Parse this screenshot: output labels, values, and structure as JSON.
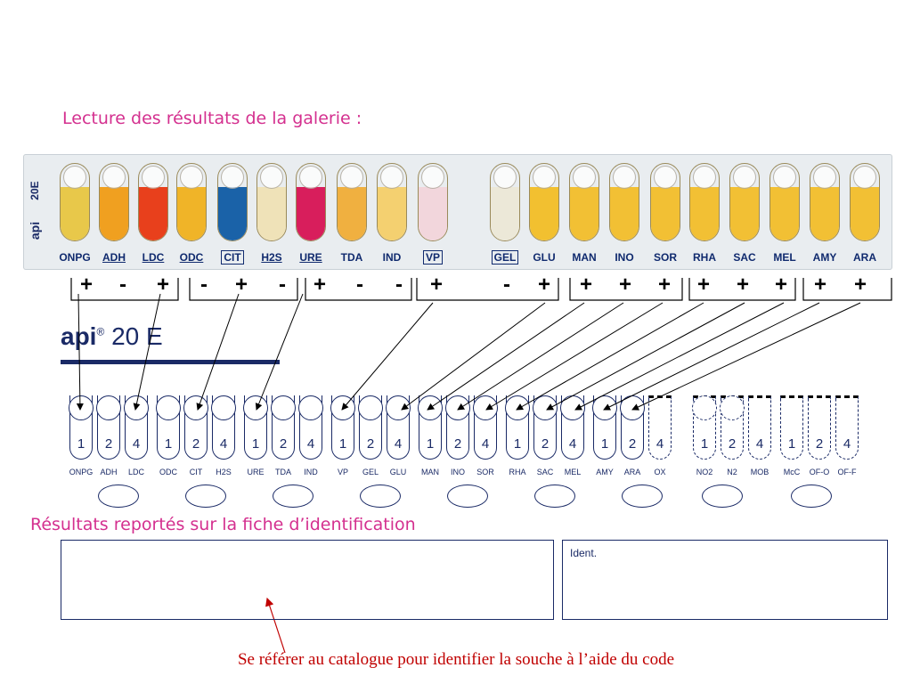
{
  "heading": "Lecture des résultats de la galerie :",
  "strip": {
    "code": "20E",
    "brand": "api",
    "tubes": [
      {
        "label": "ONPG",
        "style": "plain",
        "color": "#e8c84a"
      },
      {
        "label": "ADH",
        "style": "under",
        "color": "#f0a020"
      },
      {
        "label": "LDC",
        "style": "under",
        "color": "#e8401c"
      },
      {
        "label": "ODC",
        "style": "under",
        "color": "#f0b428"
      },
      {
        "label": "CIT",
        "style": "boxed",
        "color": "#1a62a8"
      },
      {
        "label": "H2S",
        "style": "under",
        "color": "#efe2b8"
      },
      {
        "label": "URE",
        "style": "under",
        "color": "#d81e5c"
      },
      {
        "label": "TDA",
        "style": "plain",
        "color": "#f0b040"
      },
      {
        "label": "IND",
        "style": "plain",
        "color": "#f4d070"
      },
      {
        "label": "VP",
        "style": "boxed",
        "color": "#f2d6dc"
      },
      {
        "label": "GEL",
        "style": "boxed",
        "color": "#ece8d8"
      },
      {
        "label": "GLU",
        "style": "plain",
        "color": "#f2c030"
      },
      {
        "label": "MAN",
        "style": "plain",
        "color": "#f2c034"
      },
      {
        "label": "INO",
        "style": "plain",
        "color": "#f2c034"
      },
      {
        "label": "SOR",
        "style": "plain",
        "color": "#f2c034"
      },
      {
        "label": "RHA",
        "style": "plain",
        "color": "#f2c034"
      },
      {
        "label": "SAC",
        "style": "plain",
        "color": "#f2c034"
      },
      {
        "label": "MEL",
        "style": "plain",
        "color": "#f2c034"
      },
      {
        "label": "AMY",
        "style": "plain",
        "color": "#f2c034"
      },
      {
        "label": "ARA",
        "style": "plain",
        "color": "#f2c034"
      }
    ],
    "results": [
      "+",
      "-",
      "+",
      "-",
      "+",
      "-",
      "+",
      "-",
      "-",
      "+",
      "-",
      "+",
      "+",
      "+",
      "+",
      "+",
      "+",
      "+",
      "+",
      "+"
    ]
  },
  "sheet": {
    "brand": "api",
    "name": "20 E",
    "reg": "®",
    "numbers": [
      "1",
      "2",
      "4"
    ],
    "wells": [
      "ONPG",
      "ADH",
      "LDC",
      "ODC",
      "CIT",
      "H2S",
      "URE",
      "TDA",
      "IND",
      "VP",
      "GEL",
      "GLU",
      "MAN",
      "INO",
      "SOR",
      "RHA",
      "SAC",
      "MEL",
      "AMY",
      "ARA",
      "OX"
    ],
    "extra_wells": [
      "NO2",
      "N2",
      "MOB",
      "McC",
      "OF-O",
      "OF-F"
    ]
  },
  "results_heading": "Résultats reportés sur la fiche d’identification",
  "ident_label": "Ident.",
  "footer": "Se référer au catalogue pour identifier la souche à l’aide du code",
  "colors": {
    "pink": "#d4308f",
    "navy": "#1a2a66",
    "red": "#c00000"
  }
}
